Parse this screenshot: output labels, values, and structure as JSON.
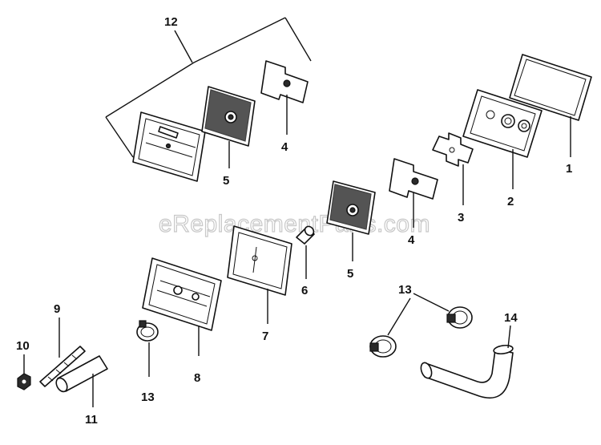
{
  "watermark": "eReplacementParts.com",
  "callouts": {
    "c1": "1",
    "c2": "2",
    "c3": "3",
    "c4a": "4",
    "c4b": "4",
    "c5a": "5",
    "c5b": "5",
    "c6": "6",
    "c7": "7",
    "c8": "8",
    "c9": "9",
    "c10": "10",
    "c11": "11",
    "c12": "12",
    "c13a": "13",
    "c13b": "13",
    "c14": "14"
  }
}
